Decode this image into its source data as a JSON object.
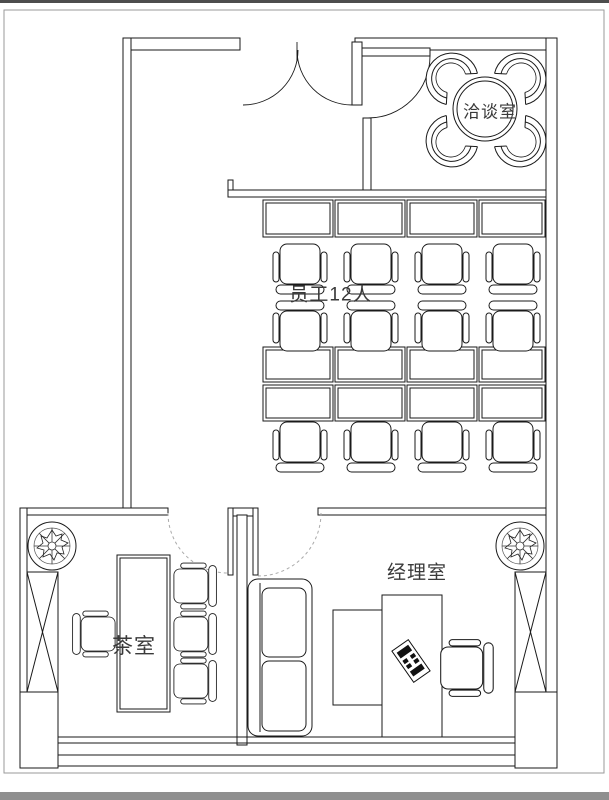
{
  "rooms": {
    "meeting": {
      "label": "洽谈室"
    },
    "staff_area": {
      "label": "员工12人"
    },
    "tea": {
      "label": "茶室"
    },
    "manager": {
      "label": "经理室"
    }
  },
  "colors": {
    "line": "#1a1a1a",
    "dashed_door": "#aaaaaa",
    "frame_top": "#4d4d4d",
    "frame_bottom": "#8f8f8f",
    "page_border": "#9a9a9a",
    "background": "#ffffff"
  }
}
